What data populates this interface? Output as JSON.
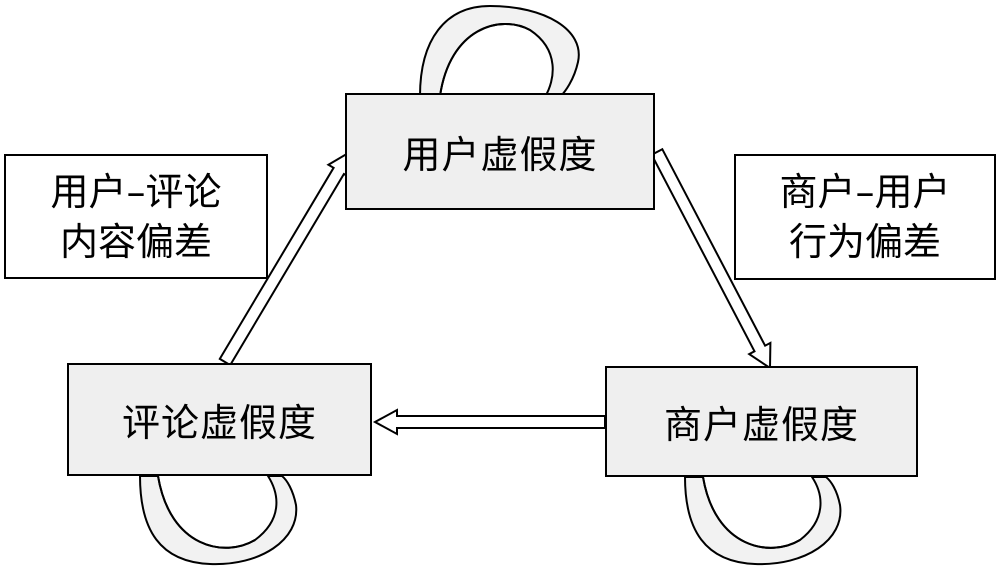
{
  "nodes": {
    "user": "用户虚假度",
    "review": "评论虚假度",
    "merchant": "商户虚假度"
  },
  "notes": {
    "left": {
      "line1": "用户–评论",
      "line2": "内容偏差"
    },
    "right": {
      "line1": "商户–用户",
      "line2": "行为偏差"
    }
  },
  "edges": [
    {
      "from": "review",
      "to": "user"
    },
    {
      "from": "user",
      "to": "merchant"
    },
    {
      "from": "merchant",
      "to": "review"
    },
    {
      "from": "user",
      "to": "user"
    },
    {
      "from": "review",
      "to": "review"
    },
    {
      "from": "merchant",
      "to": "merchant"
    }
  ]
}
